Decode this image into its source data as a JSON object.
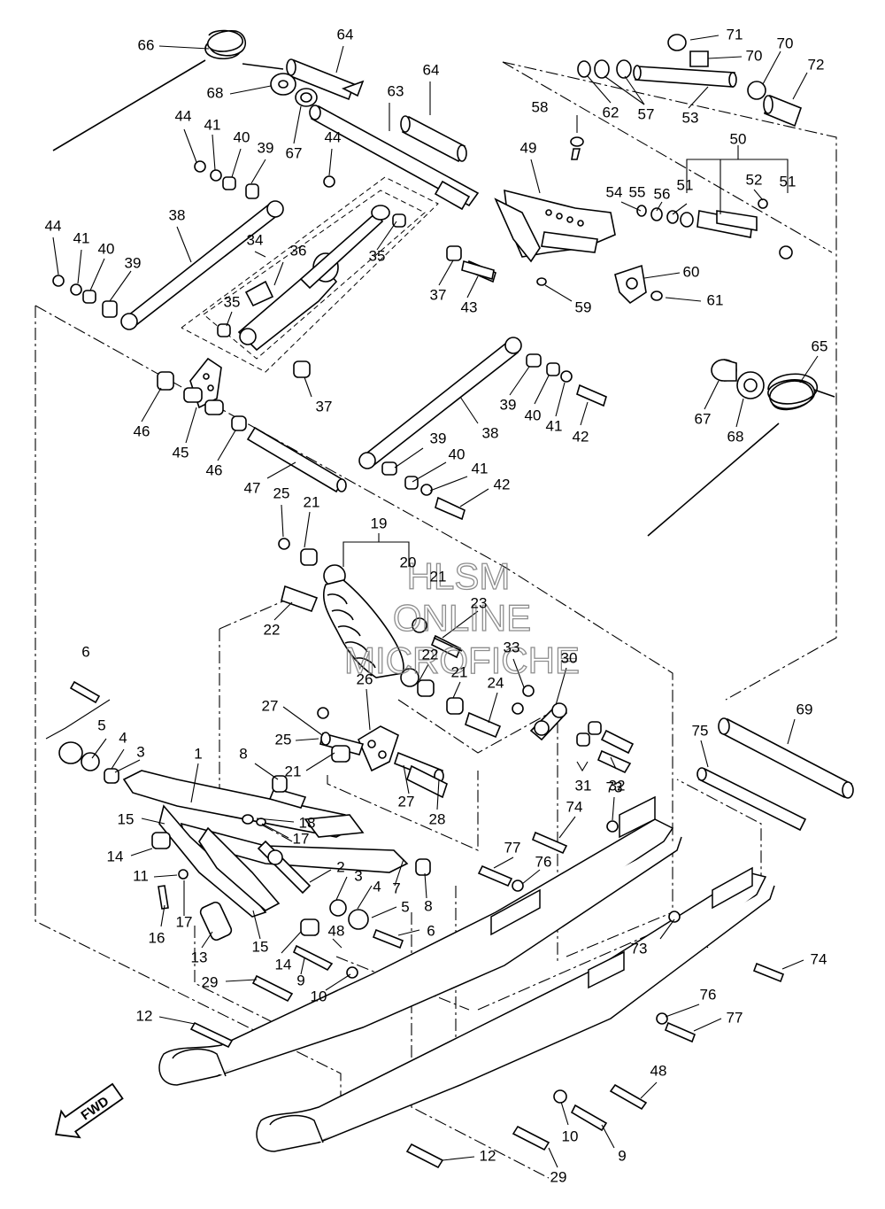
{
  "watermark": {
    "line1": "HLSM",
    "line2": "ONLINE",
    "line3": "MICROFICHE"
  },
  "direction_marker": {
    "text": "FWD"
  },
  "callouts": {
    "c66": "66",
    "c64a": "64",
    "c64b": "64",
    "c68a": "68",
    "c63": "63",
    "c67a": "67",
    "c71": "71",
    "c70a": "70",
    "c70b": "70",
    "c72": "72",
    "c62": "62",
    "c57": "57",
    "c53": "53",
    "c58": "58",
    "c49": "49",
    "c50": "50",
    "c54": "54",
    "c55": "55",
    "c56": "56",
    "c51a": "51",
    "c52": "52",
    "c51b": "51",
    "c60": "60",
    "c61": "61",
    "c59": "59",
    "c43": "43",
    "c37a": "37",
    "c44a": "44",
    "c41a": "41",
    "c40a": "40",
    "c39a": "39",
    "c44b": "44",
    "c38a": "38",
    "c34": "34",
    "c36": "36",
    "c35a": "35",
    "c35b": "35",
    "c44c": "44",
    "c41b": "41",
    "c40b": "40",
    "c39b": "39",
    "c37b": "37",
    "c65": "65",
    "c67b": "67",
    "c68b": "68",
    "c39c": "39",
    "c40c": "40",
    "c41c": "41",
    "c42a": "42",
    "c38b": "38",
    "c46a": "46",
    "c45": "45",
    "c46b": "46",
    "c47": "47",
    "c39d": "39",
    "c40d": "40",
    "c41d": "41",
    "c42b": "42",
    "c25a": "25",
    "c21a": "21",
    "c19": "19",
    "c20": "20",
    "c21b": "21",
    "c23": "23",
    "c22a": "22",
    "c33": "33",
    "c30": "30",
    "c22b": "22",
    "c21c": "21",
    "c24": "24",
    "c26": "26",
    "c6a": "6",
    "c5a": "5",
    "c4a": "4",
    "c3a": "3",
    "c1": "1",
    "c27a": "27",
    "c25b": "25",
    "c21d": "21",
    "c27b": "27",
    "c28": "28",
    "c8a": "8",
    "c69": "69",
    "c75": "75",
    "c31": "31",
    "c32": "32",
    "c73a": "73",
    "c74a": "74",
    "c15a": "15",
    "c18": "18",
    "c17a": "17",
    "c14a": "14",
    "c11": "11",
    "c77a": "77",
    "c76a": "76",
    "c2": "2",
    "c3b": "3",
    "c7": "7",
    "c8b": "8",
    "c4b": "4",
    "c5b": "5",
    "c6b": "6",
    "c16": "16",
    "c17b": "17",
    "c13": "13",
    "c15b": "15",
    "c14b": "14",
    "c48a": "48",
    "c9a": "9",
    "c10a": "10",
    "c29a": "29",
    "c73b": "73",
    "c74b": "74",
    "c76b": "76",
    "c77b": "77",
    "c12a": "12",
    "c48b": "48",
    "c10b": "10",
    "c9b": "9",
    "c12b": "12",
    "c29b": "29"
  }
}
